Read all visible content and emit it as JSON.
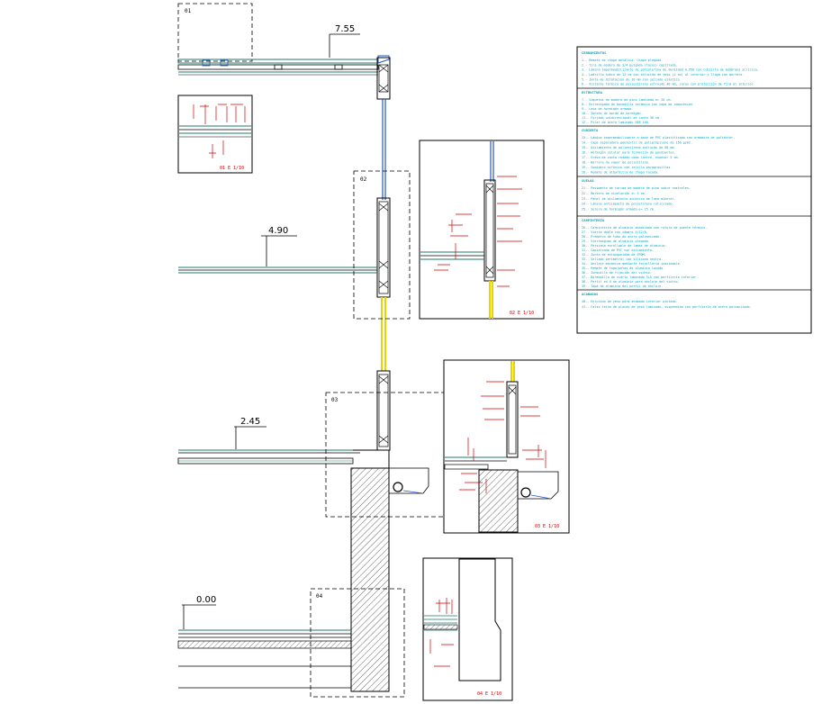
{
  "levels": [
    "7.55",
    "4.90",
    "2.45",
    "0.00"
  ],
  "detail_tags": [
    "01",
    "02",
    "03",
    "04"
  ],
  "detail_scales": {
    "d01": "01  E 1/10",
    "d02": "02  E 1/10",
    "d03": "03  E 1/10",
    "d04": "04  E 1/10"
  },
  "legend": {
    "sections": [
      {
        "heading": "CERRAMIENTOS",
        "items": [
          "1.- Remate de chapa metálica. Chapa plegada.",
          "2.- Tira de madera de 3/4 pulgada (tacos) cepillada.",
          "3.- Lámina impermeabilizante de poliolefina de densidad 0.950 con cubierta de membrana acrílica.",
          "4.- Ladrillo hueco de 12 cm con enlucido de yeso (2 cm) al interior y llaga con mortero.",
          "5.- Junta de dilatación de 20 mm con sellado elástico.",
          "6.- Aislante térmico de poliestireno extruido 40 mm, caras con protección de film al interior."
        ]
      },
      {
        "heading": "ESTRUCTURA",
        "items": [
          "7.- Viguetas de madera de pino laminada e= 20 cm.",
          "8.- Entrevigado de bovedilla cerámica con capa de compresión.",
          "9.- Losa de hormigón armado.",
          "10.- Zuncho de borde de hormigón.",
          "11.- Forjado unidireccional de canto 30 cm.",
          "12.- Pilar de acero laminado HEB 160."
        ]
      },
      {
        "heading": "CUBIERTA",
        "items": [
          "13.- Lámina impermeabilizante a base de PVC plastificado con armadura de poliéster.",
          "14.- Capa separadora geotextil de polipropileno de 150 g/m2.",
          "15.- Aislamiento de poliestireno extruido de 60 mm.",
          "16.- Hormigón celular para formación de pendientes.",
          "17.- Grava de canto rodado como lastre, espesor 5 cm.",
          "18.- Barrera de vapor de polietileno.",
          "19.- Sumidero sifónico con rejilla paragravillas.",
          "20.- Remate de albardilla de chapa lacada."
        ]
      },
      {
        "heading": "SUELOS",
        "items": [
          "21.- Pavimento de tarima de madera de pino sobre rastreles.",
          "22.- Mortero de nivelación e= 5 cm.",
          "23.- Panel de aislamiento acústico de lana mineral.",
          "24.- Lámina antiimpacto de polietileno reticulado.",
          "25.- Solera de hormigón armado e= 15 cm."
        ]
      },
      {
        "heading": "CARPINTERÍA",
        "items": [
          "26.- Carpintería de aluminio anodizado con rotura de puente térmico.",
          "27.- Vidrio doble con cámara 4/12/6.",
          "28.- Premarco de tubo de acero galvanizado.",
          "29.- Vierteaguas de aluminio plegado.",
          "30.- Persiana enrollable de lamas de aluminio.",
          "31.- Capialzado de PVC con aislamiento.",
          "32.- Junta de estanqueidad de EPDM.",
          "33.- Sellado perimetral con silicona neutra.",
          "34.- Anclaje mecánico mediante tornillería inoxidable.",
          "35.- Remate de tapajuntas de aluminio lacado.",
          "36.- Junquillo de fijación del vidrio.",
          "37.- Barandilla de vidrio laminado 5+5 con perfilería inferior.",
          "38.- Perfil en U de aluminio para anclaje del vidrio.",
          "39.- Tapa de aluminio del perfil de anclaje."
        ]
      },
      {
        "heading": "ACABADOS",
        "items": [
          "40.- Enlucido de yeso para acabado interior pintado.",
          "41.- Falso techo de placas de yeso laminado, suspendido con perfilería de acero galvanizado."
        ]
      }
    ]
  },
  "colors": {
    "line": "#000000",
    "glass": "#1f57c8",
    "rail": "#e8d400",
    "note": "#d10000",
    "legend_text": "#00a9c4",
    "slab_outline": "#1f7a6a"
  }
}
